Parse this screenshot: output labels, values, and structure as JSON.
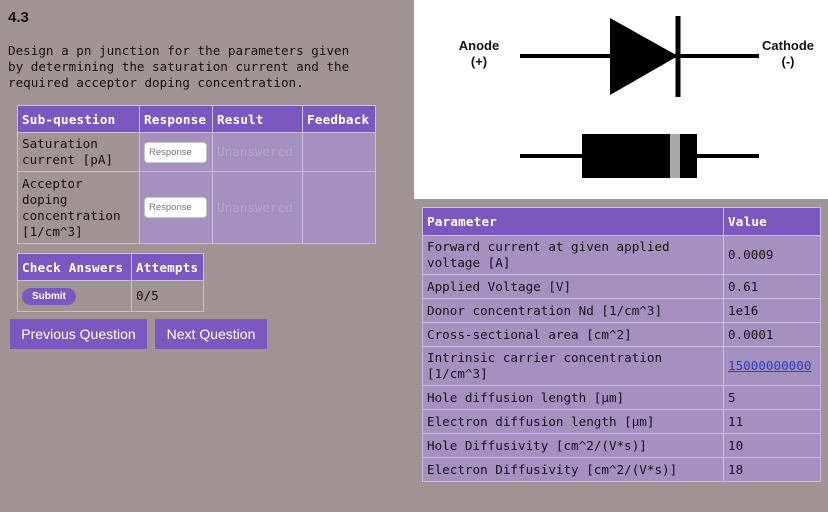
{
  "header": {
    "title": "4.3",
    "description": "Design a pn junction for the parameters given\nby determining the saturation current and the\nrequired acceptor doping concentration."
  },
  "question_table": {
    "headers": [
      "Sub-question",
      "Response",
      "Result",
      "Feedback"
    ],
    "rows": [
      {
        "label": "Saturation\ncurrent [pA]",
        "placeholder": "Response",
        "result": "Unanswered",
        "feedback": ""
      },
      {
        "label": "Acceptor\ndoping\nconcentration\n[1/cm^3]",
        "placeholder": "Response",
        "result": "Unanswered",
        "feedback": ""
      }
    ]
  },
  "answer_table": {
    "headers": [
      "Check Answers",
      "Attempts"
    ],
    "submit_label": "Submit",
    "attempts": "0/5"
  },
  "navigation": {
    "previous_label": "Previous Question",
    "next_label": "Next Question"
  },
  "diagram": {
    "anode_label": "Anode",
    "anode_sign": "(+)",
    "cathode_label": "Cathode",
    "cathode_sign": "(-)"
  },
  "parameter_table": {
    "headers": [
      "Parameter",
      "Value"
    ],
    "rows": [
      {
        "parameter": "Forward current at given applied\nvoltage [A]",
        "value": "0.0009"
      },
      {
        "parameter": "Applied Voltage [V]",
        "value": "0.61"
      },
      {
        "parameter": "Donor concentration Nd [1/cm^3]",
        "value": "1e16"
      },
      {
        "parameter": "Cross-sectional area [cm^2]",
        "value": "0.0001"
      },
      {
        "parameter": "Intrinsic carrier concentration\n[1/cm^3]",
        "value": "15000000000"
      },
      {
        "parameter": "Hole diffusion length [µm]",
        "value": "5"
      },
      {
        "parameter": "Electron diffusion length [µm]",
        "value": "11"
      },
      {
        "parameter": "Hole Diffusivity [cm^2/(V*s)]",
        "value": "10"
      },
      {
        "parameter": "Electron Diffusivity [cm^2/(V*s)]",
        "value": "18"
      }
    ]
  },
  "colors": {
    "background": "#a19495",
    "header_purple": "#7a58bf",
    "cell_purple": "#a491bf",
    "link": "#2b3fc9"
  }
}
